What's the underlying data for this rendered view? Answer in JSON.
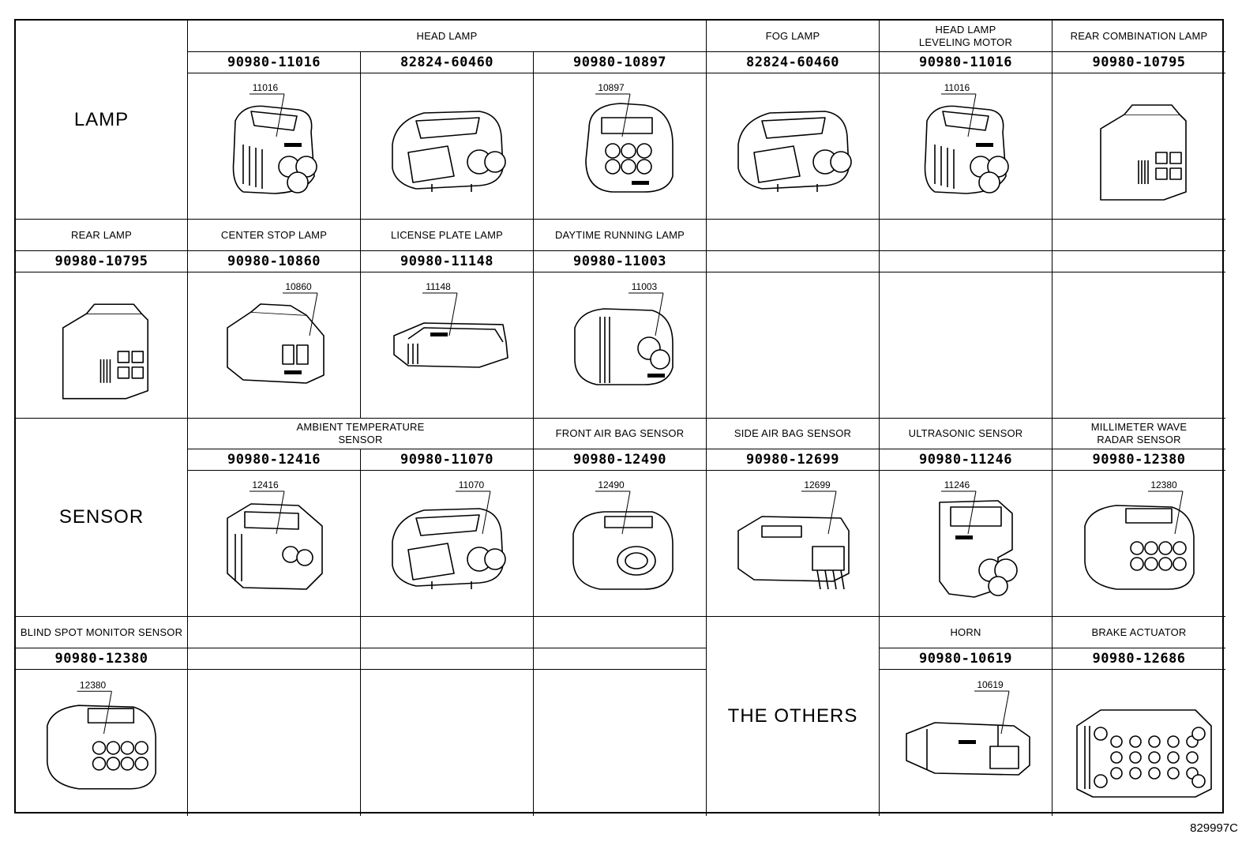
{
  "categories": {
    "lamp": "LAMP",
    "sensor": "SENSOR",
    "others": "THE OTHERS"
  },
  "rows": [
    {
      "cells": [
        {
          "label": "HEAD LAMP",
          "span": 3
        },
        {
          "label": "FOG LAMP"
        },
        {
          "label": "HEAD LAMP\nLEVELING MOTOR"
        },
        {
          "label": "REAR COMBINATION LAMP"
        }
      ],
      "parts": [
        {
          "pn": "90980-11016",
          "shape": "round3",
          "callout": "11016"
        },
        {
          "pn": "82824-60460",
          "shape": "round2",
          "callout": ""
        },
        {
          "pn": "90980-10897",
          "shape": "multi6",
          "callout": "10897"
        },
        {
          "pn": "82824-60460",
          "shape": "round2",
          "callout": ""
        },
        {
          "pn": "90980-11016",
          "shape": "round3",
          "callout": "11016"
        },
        {
          "pn": "90980-10795",
          "shape": "box4",
          "callout": ""
        }
      ]
    },
    {
      "cells": [
        {
          "label": "REAR LAMP"
        },
        {
          "label": "CENTER STOP LAMP"
        },
        {
          "label": "LICENSE PLATE LAMP"
        },
        {
          "label": "DAYTIME RUNNING LAMP"
        },
        {
          "label": ""
        },
        {
          "label": ""
        },
        {
          "label": ""
        }
      ],
      "parts": [
        {
          "pn": "90980-10795",
          "shape": "box4",
          "callout": ""
        },
        {
          "pn": "90980-10860",
          "shape": "flat2",
          "callout": "10860"
        },
        {
          "pn": "90980-11148",
          "shape": "slim",
          "callout": "11148"
        },
        {
          "pn": "90980-11003",
          "shape": "round2b",
          "callout": "11003"
        }
      ]
    },
    {
      "cells": [
        {
          "label": "AMBIENT TEMPERATURE\nSENSOR",
          "span": 2
        },
        {
          "label": "FRONT AIR BAG SENSOR"
        },
        {
          "label": "SIDE AIR BAG SENSOR"
        },
        {
          "label": "ULTRASONIC SENSOR"
        },
        {
          "label": "MILLIMETER WAVE\nRADAR SENSOR"
        }
      ],
      "parts": [
        {
          "pn": "90980-12416",
          "shape": "ambient",
          "callout": "12416"
        },
        {
          "pn": "90980-11070",
          "shape": "round2",
          "callout": "11070"
        },
        {
          "pn": "90980-12490",
          "shape": "airbag",
          "callout": "12490"
        },
        {
          "pn": "90980-12699",
          "shape": "sideab",
          "callout": "12699"
        },
        {
          "pn": "90980-11246",
          "shape": "ultra",
          "callout": "11246"
        },
        {
          "pn": "90980-12380",
          "shape": "radar",
          "callout": "12380"
        }
      ]
    },
    {
      "cells": [
        {
          "label": "BLIND SPOT MONITOR SENSOR"
        },
        {
          "label": ""
        },
        {
          "label": ""
        },
        {
          "label": ""
        },
        {
          "label": "HORN"
        },
        {
          "label": "BRAKE ACTUATOR"
        }
      ],
      "parts": [
        {
          "pn": "90980-12380",
          "shape": "radar",
          "callout": "12380"
        },
        {
          "pn": "90980-10619",
          "shape": "horn",
          "callout": "10619"
        },
        {
          "pn": "90980-12686",
          "shape": "brake",
          "callout": ""
        }
      ]
    }
  ],
  "reference": "829997C"
}
